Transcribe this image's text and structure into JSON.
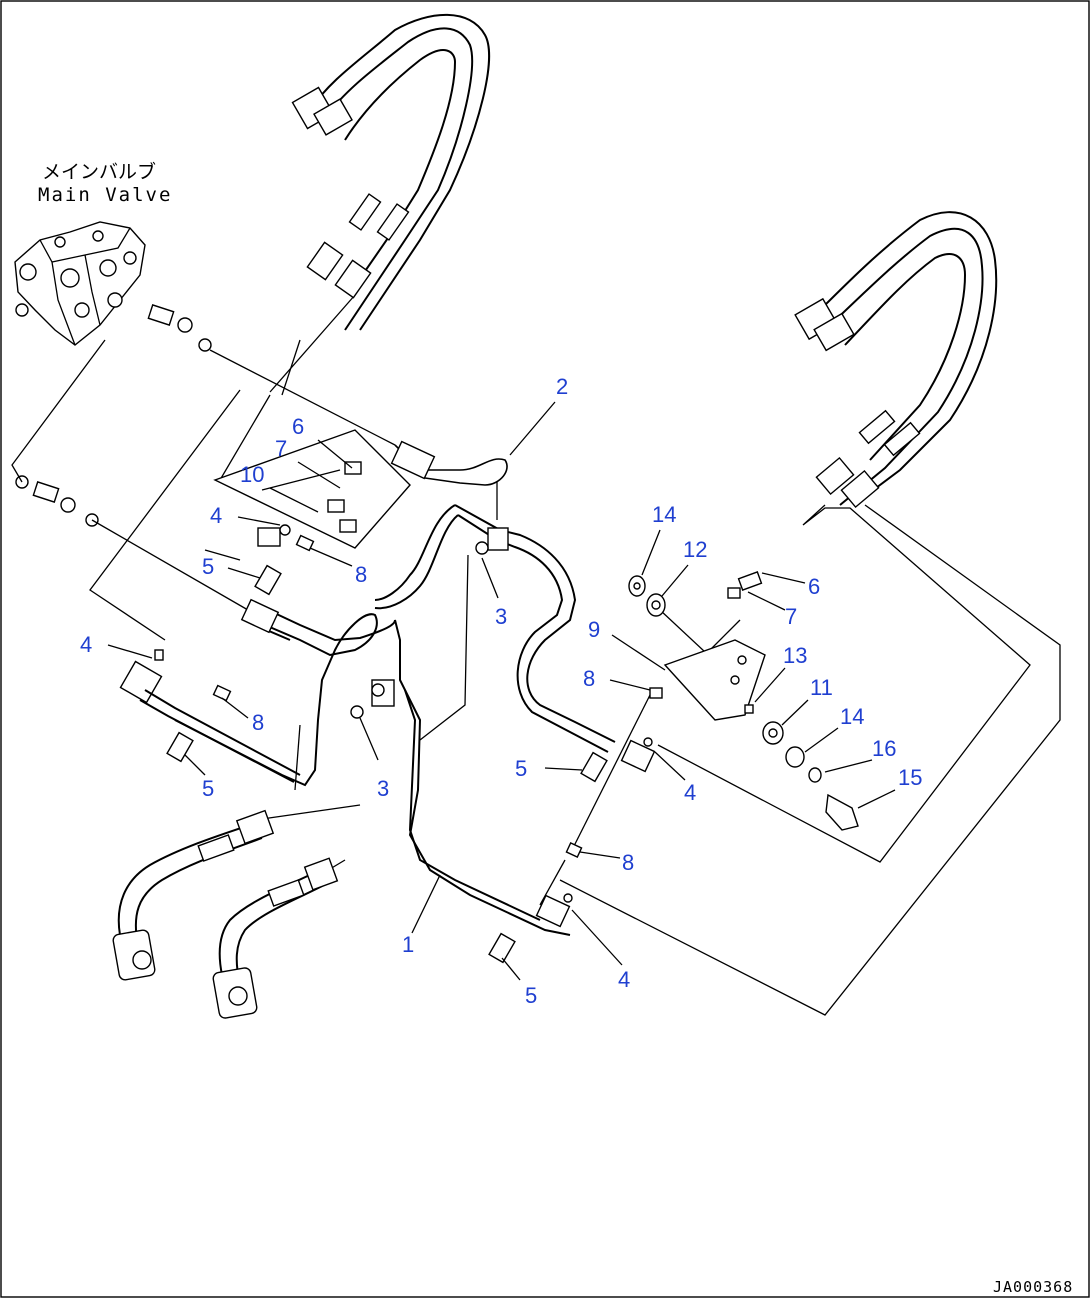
{
  "diagram": {
    "main_valve": {
      "label_jp": "メインバルブ",
      "label_en": "Main Valve"
    },
    "reference_code": "JA000368",
    "callouts": [
      {
        "id": "c-2",
        "text": "2"
      },
      {
        "id": "c-6a",
        "text": "6"
      },
      {
        "id": "c-7a",
        "text": "7"
      },
      {
        "id": "c-10",
        "text": "10"
      },
      {
        "id": "c-4a",
        "text": "4"
      },
      {
        "id": "c-8a",
        "text": "8"
      },
      {
        "id": "c-5a",
        "text": "5"
      },
      {
        "id": "c-3a",
        "text": "3"
      },
      {
        "id": "c-4b",
        "text": "4"
      },
      {
        "id": "c-8b",
        "text": "8"
      },
      {
        "id": "c-5b",
        "text": "5"
      },
      {
        "id": "c-3b",
        "text": "3"
      },
      {
        "id": "c-1",
        "text": "1"
      },
      {
        "id": "c-5c",
        "text": "5"
      },
      {
        "id": "c-4c",
        "text": "4"
      },
      {
        "id": "c-8c",
        "text": "8"
      },
      {
        "id": "c-5d",
        "text": "5"
      },
      {
        "id": "c-4d",
        "text": "4"
      },
      {
        "id": "c-8d",
        "text": "8"
      },
      {
        "id": "c-9",
        "text": "9"
      },
      {
        "id": "c-14a",
        "text": "14"
      },
      {
        "id": "c-12",
        "text": "12"
      },
      {
        "id": "c-6b",
        "text": "6"
      },
      {
        "id": "c-7b",
        "text": "7"
      },
      {
        "id": "c-13",
        "text": "13"
      },
      {
        "id": "c-11",
        "text": "11"
      },
      {
        "id": "c-14b",
        "text": "14"
      },
      {
        "id": "c-16",
        "text": "16"
      },
      {
        "id": "c-15",
        "text": "15"
      }
    ]
  }
}
